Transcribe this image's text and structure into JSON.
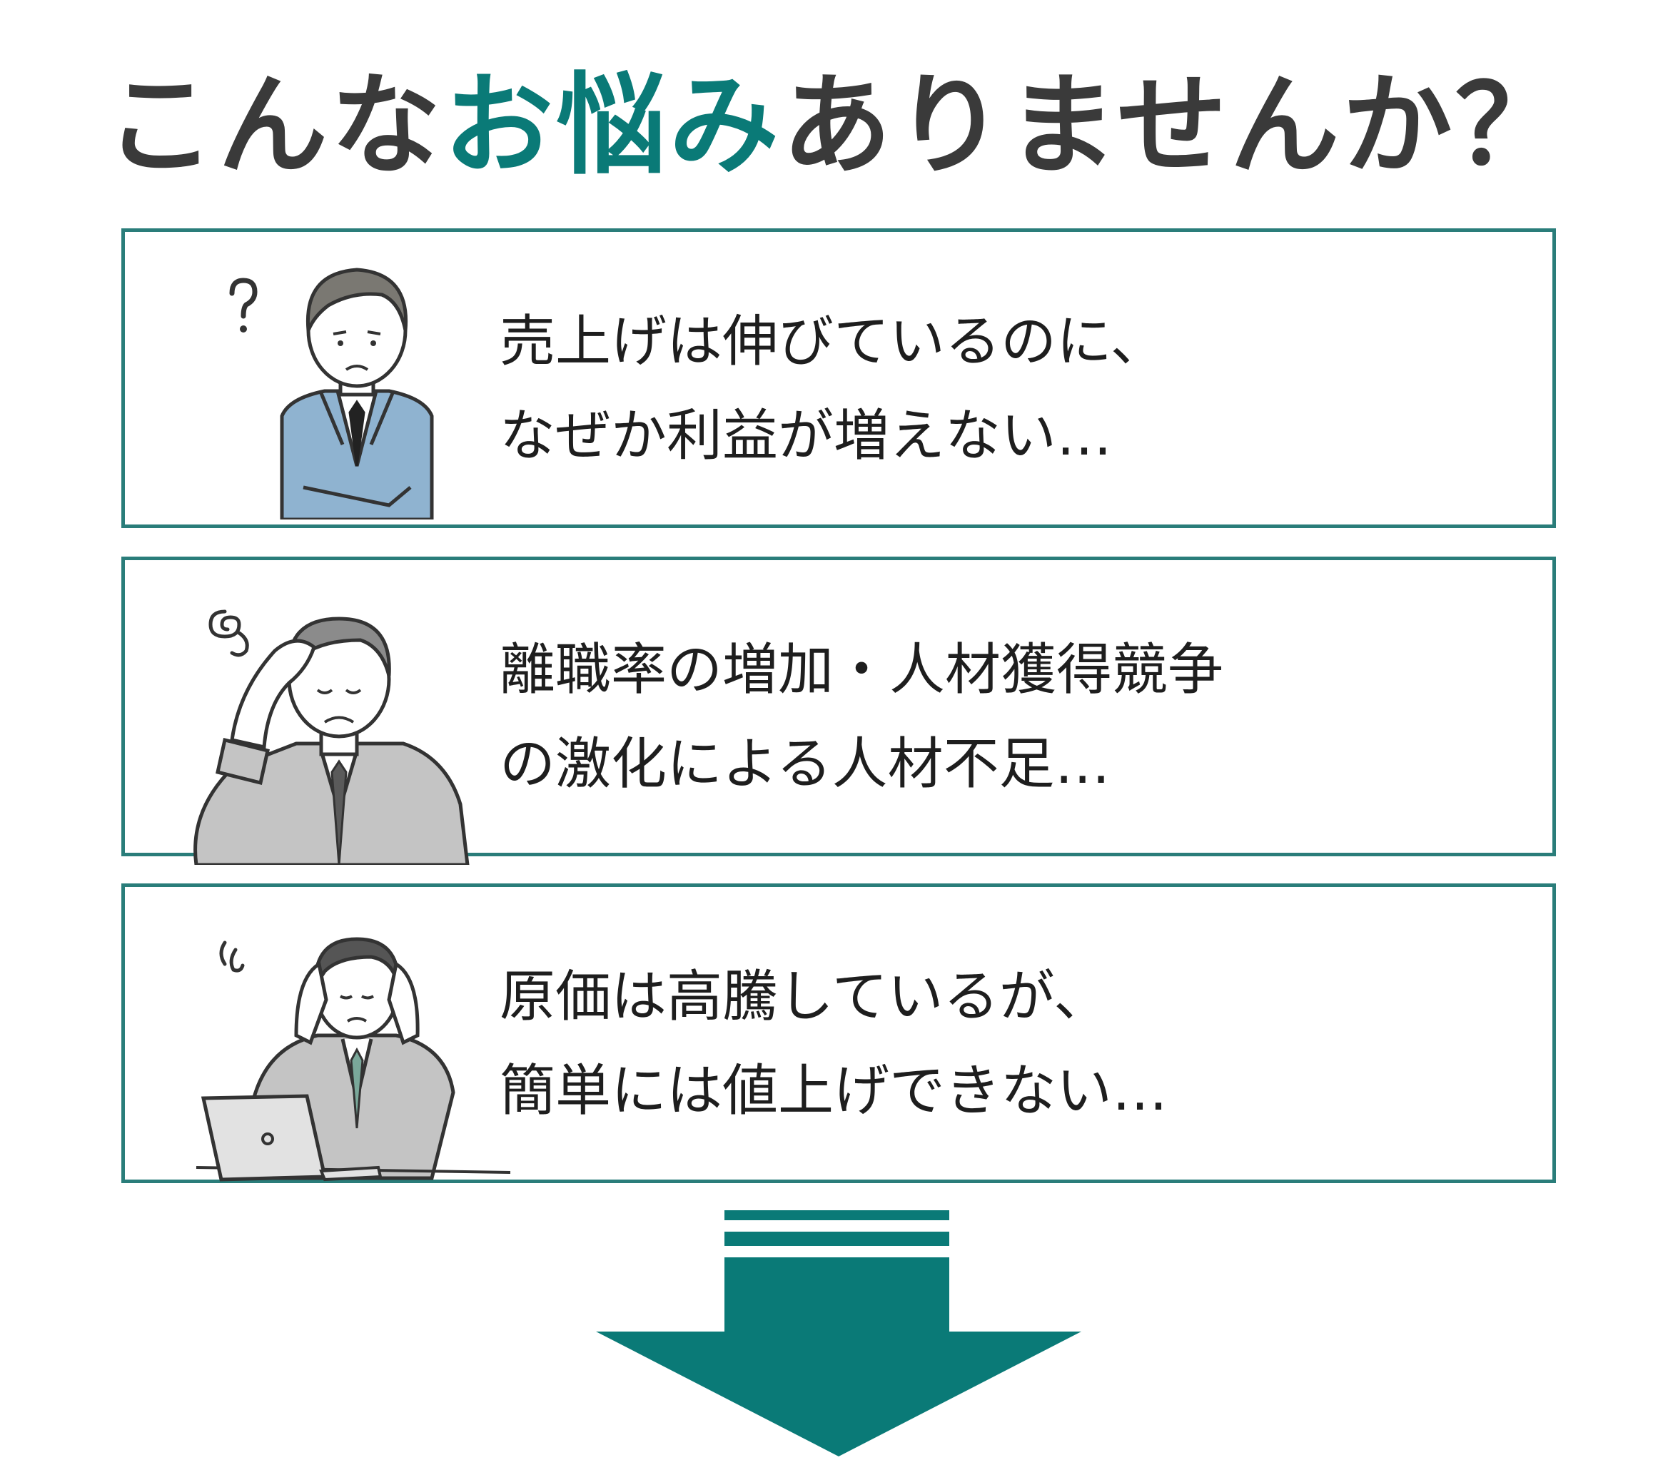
{
  "headline": {
    "prefix": "こんな",
    "accent": "お悩み",
    "suffix": "ありませんか？"
  },
  "colors": {
    "accent": "#0a7a77",
    "frame": "#2a7d7a",
    "text": "#3a3a3a"
  },
  "problems": [
    {
      "icon": "confused-businessman-icon",
      "lines": [
        "売上げは伸びているのに、",
        "なぜか利益が増えない…"
      ]
    },
    {
      "icon": "worried-businessman-icon",
      "lines": [
        "離職率の増加・人材獲得競争",
        "の激化による人材不足…"
      ]
    },
    {
      "icon": "stressed-businessman-laptop-icon",
      "lines": [
        "原価は高騰しているが、",
        "簡単には値上げできない…"
      ]
    }
  ],
  "arrow_icon": "down-arrow-icon"
}
